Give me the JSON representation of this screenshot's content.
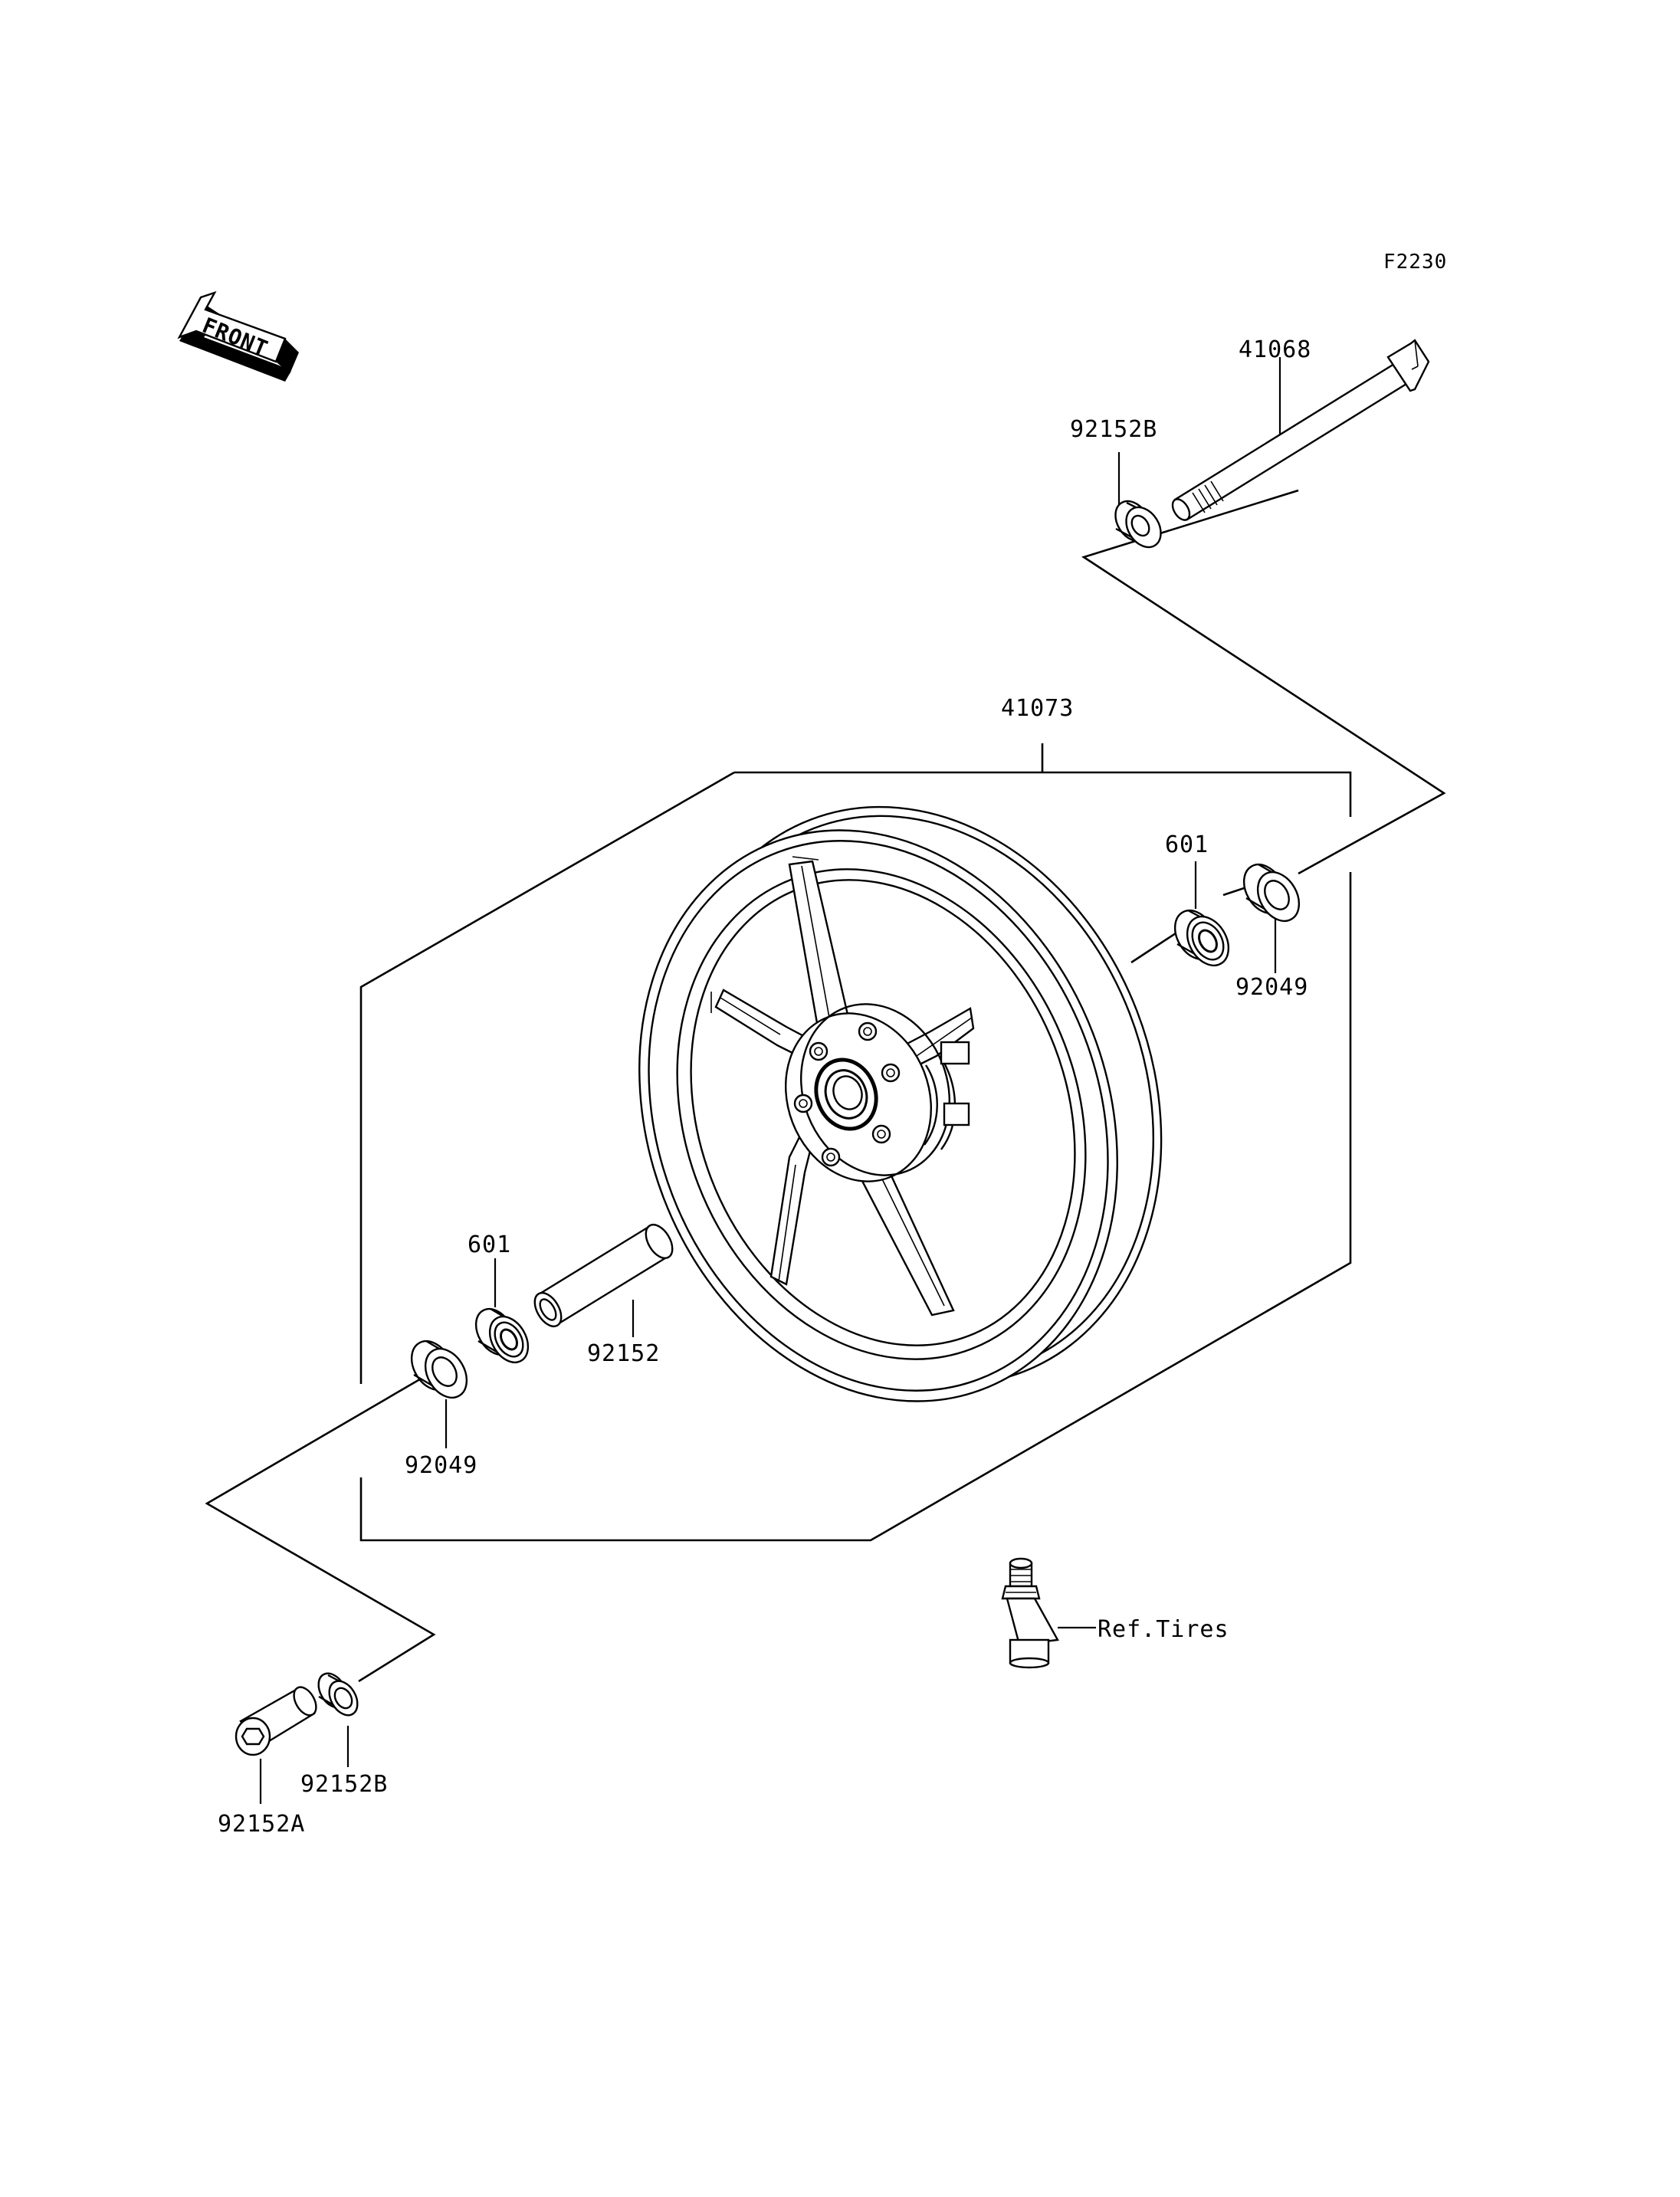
{
  "diagram": {
    "figure_code": "F2230",
    "front_arrow_text": "FRONT",
    "labels": {
      "axle": "41068",
      "collar_right": "92152B",
      "wheel": "41073",
      "bearing_right": "601",
      "seal_right": "92049",
      "bearing_left": "601",
      "spacer": "92152",
      "seal_left": "92049",
      "collar_left": "92152B",
      "collar_a": "92152A",
      "valve_ref": "Ref.Tires"
    }
  }
}
